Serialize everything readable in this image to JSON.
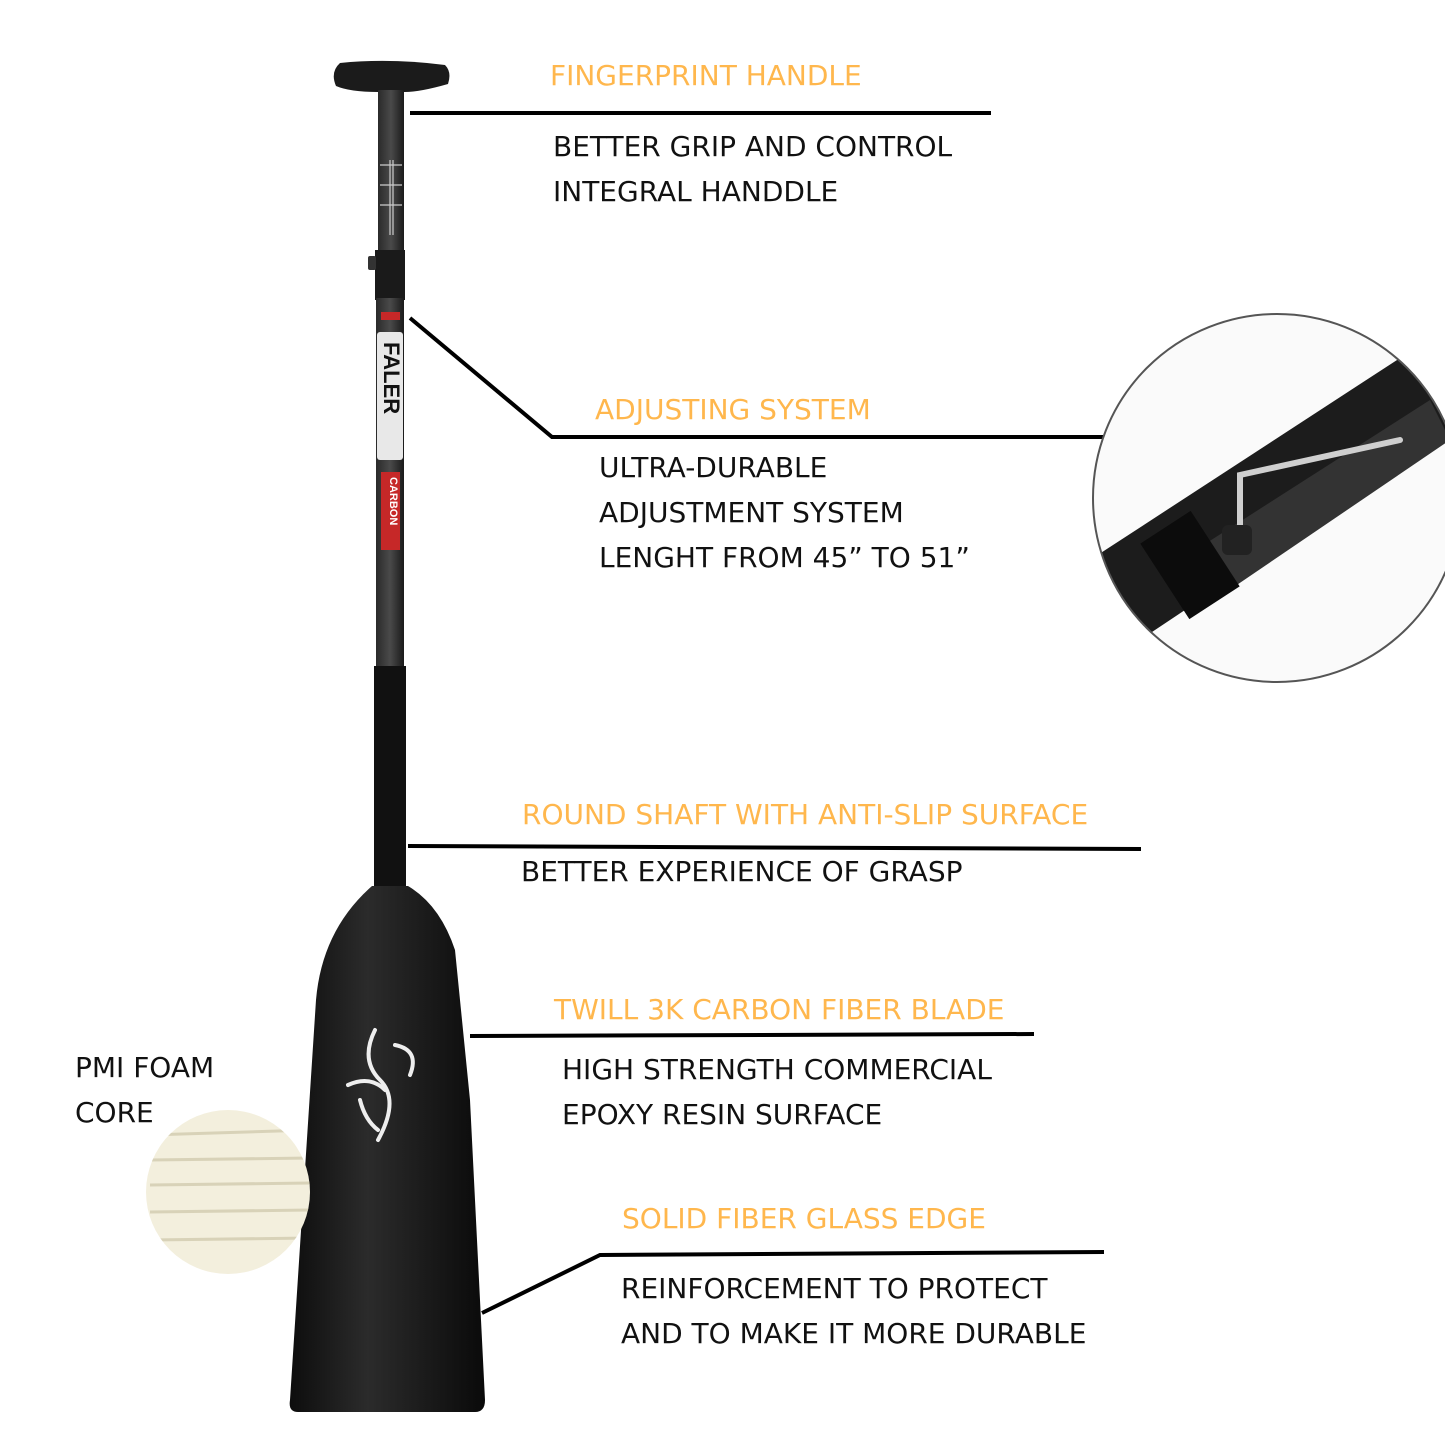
{
  "colors": {
    "accent": "#FFB74D",
    "text": "#111111",
    "paddle": "#151515"
  },
  "shaft": {
    "brand": "FALER",
    "material": "CARBON"
  },
  "callouts": [
    {
      "title": "FINGERPRINT HANDLE",
      "lines": [
        "BETTER GRIP AND CONTROL",
        "INTEGRAL HANDDLE"
      ]
    },
    {
      "title": "ADJUSTING SYSTEM",
      "lines": [
        "ULTRA-DURABLE",
        "ADJUSTMENT SYSTEM",
        "LENGHT FROM 45” TO 51”"
      ]
    },
    {
      "title": "ROUND SHAFT WITH ANTI-SLIP SURFACE",
      "lines": [
        "BETTER EXPERIENCE OF GRASP"
      ]
    },
    {
      "title": "TWILL 3K CARBON FIBER BLADE",
      "lines": [
        "HIGH STRENGTH COMMERCIAL",
        "EPOXY RESIN SURFACE"
      ]
    },
    {
      "title": "SOLID FIBER GLASS EDGE",
      "lines": [
        "REINFORCEMENT TO PROTECT",
        "AND TO MAKE IT MORE DURABLE"
      ]
    }
  ],
  "foam": {
    "lines": [
      "PMI FOAM",
      "CORE"
    ]
  }
}
